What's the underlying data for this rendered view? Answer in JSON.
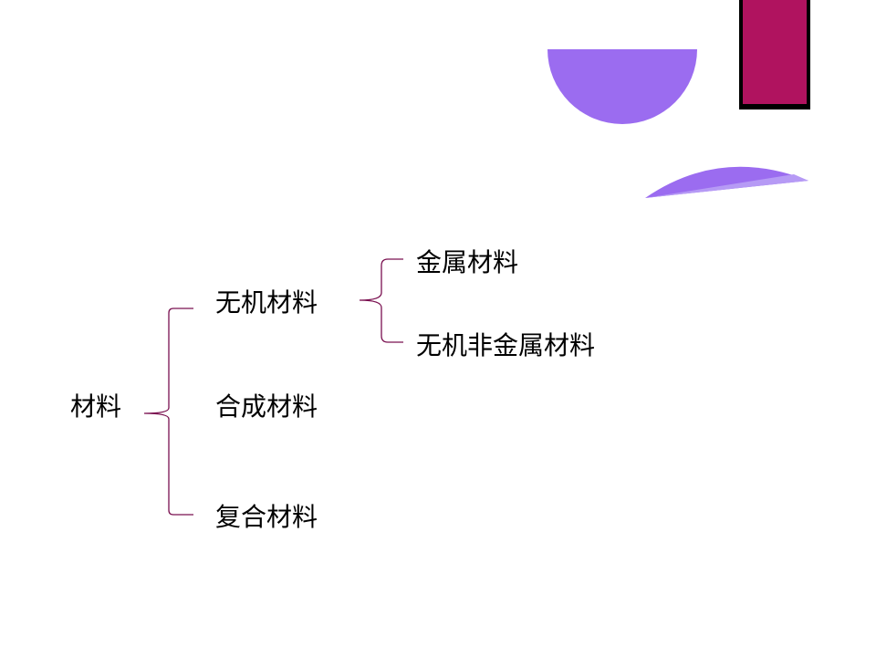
{
  "colors": {
    "accent_magenta": "#b0135f",
    "accent_purple": "#9b6cf0",
    "accent_purple_light": "#b69af5",
    "brace": "#7a1050"
  },
  "tree": {
    "root": "材料",
    "branches": [
      {
        "label": "无机材料",
        "children": [
          "金属材料",
          "无机非金属材料"
        ]
      },
      {
        "label": "合成材料"
      },
      {
        "label": "复合材料"
      }
    ]
  }
}
